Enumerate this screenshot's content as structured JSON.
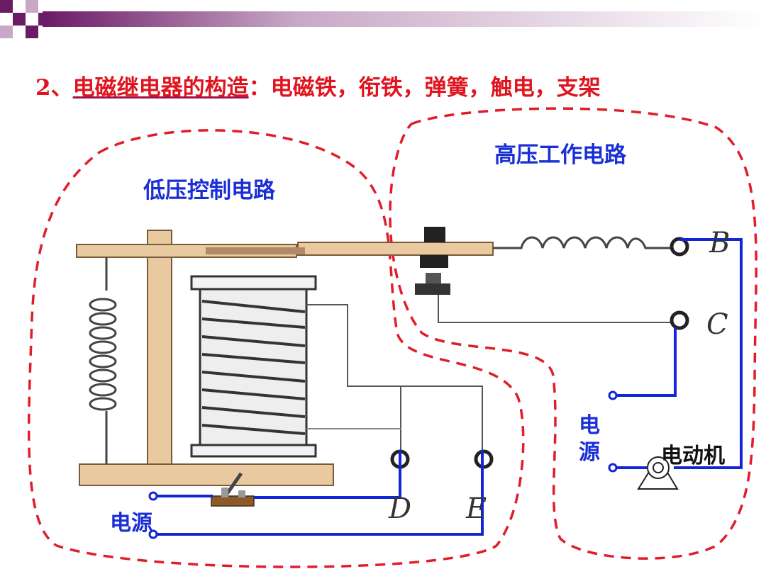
{
  "title": {
    "number": "2、",
    "term": "电磁继电器的构造",
    "colon": "：",
    "parts": "电磁铁，衔铁，弹簧，触电，支架"
  },
  "regions": {
    "low_voltage": "低压控制电路",
    "high_voltage": "高压工作电路"
  },
  "power_left": "电源",
  "power_right": "电源",
  "motor": "电动机",
  "terminals": {
    "b": "B",
    "c": "C",
    "d": "D",
    "e": "E"
  },
  "colors": {
    "title_red": "#e0141e",
    "label_blue": "#1a2fd6",
    "wire_blue": "#1226d8",
    "boundary_red": "#e01e2a",
    "wood": "#e8c9a0"
  }
}
